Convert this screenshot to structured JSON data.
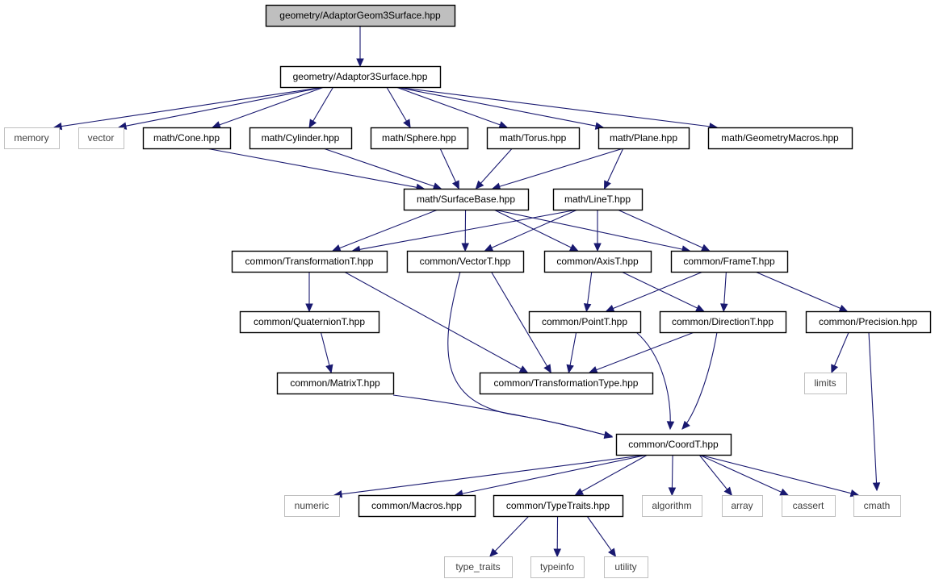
{
  "diagram": {
    "type": "include-dependency-graph",
    "colors": {
      "edge": "#191970",
      "root_fill": "#bfbfbf",
      "node_border": "#000000",
      "system_border": "#bfbfbf",
      "system_text": "#404040"
    },
    "nodes": [
      {
        "id": "adaptorgeom3surface",
        "label": "geometry/AdaptorGeom3Surface.hpp",
        "kind": "root"
      },
      {
        "id": "adaptor3surface",
        "label": "geometry/Adaptor3Surface.hpp",
        "kind": "file"
      },
      {
        "id": "memory",
        "label": "memory",
        "kind": "system"
      },
      {
        "id": "vector",
        "label": "vector",
        "kind": "system"
      },
      {
        "id": "cone",
        "label": "math/Cone.hpp",
        "kind": "file"
      },
      {
        "id": "cylinder",
        "label": "math/Cylinder.hpp",
        "kind": "file"
      },
      {
        "id": "sphere",
        "label": "math/Sphere.hpp",
        "kind": "file"
      },
      {
        "id": "torus",
        "label": "math/Torus.hpp",
        "kind": "file"
      },
      {
        "id": "plane",
        "label": "math/Plane.hpp",
        "kind": "file"
      },
      {
        "id": "geometrymacros",
        "label": "math/GeometryMacros.hpp",
        "kind": "file"
      },
      {
        "id": "surfacebase",
        "label": "math/SurfaceBase.hpp",
        "kind": "file"
      },
      {
        "id": "linet",
        "label": "math/LineT.hpp",
        "kind": "file"
      },
      {
        "id": "transformationt",
        "label": "common/TransformationT.hpp",
        "kind": "file"
      },
      {
        "id": "vectort",
        "label": "common/VectorT.hpp",
        "kind": "file"
      },
      {
        "id": "axist",
        "label": "common/AxisT.hpp",
        "kind": "file"
      },
      {
        "id": "framet",
        "label": "common/FrameT.hpp",
        "kind": "file"
      },
      {
        "id": "quaterniont",
        "label": "common/QuaternionT.hpp",
        "kind": "file"
      },
      {
        "id": "pointt",
        "label": "common/PointT.hpp",
        "kind": "file"
      },
      {
        "id": "directiont",
        "label": "common/DirectionT.hpp",
        "kind": "file"
      },
      {
        "id": "precision",
        "label": "common/Precision.hpp",
        "kind": "file"
      },
      {
        "id": "matrixt",
        "label": "common/MatrixT.hpp",
        "kind": "file"
      },
      {
        "id": "transformationtype",
        "label": "common/TransformationType.hpp",
        "kind": "file"
      },
      {
        "id": "limits",
        "label": "limits",
        "kind": "system"
      },
      {
        "id": "coordt",
        "label": "common/CoordT.hpp",
        "kind": "file"
      },
      {
        "id": "numeric",
        "label": "numeric",
        "kind": "system"
      },
      {
        "id": "macros",
        "label": "common/Macros.hpp",
        "kind": "file"
      },
      {
        "id": "typetraits",
        "label": "common/TypeTraits.hpp",
        "kind": "file"
      },
      {
        "id": "algorithm",
        "label": "algorithm",
        "kind": "system"
      },
      {
        "id": "array",
        "label": "array",
        "kind": "system"
      },
      {
        "id": "cassert",
        "label": "cassert",
        "kind": "system"
      },
      {
        "id": "cmath",
        "label": "cmath",
        "kind": "system"
      },
      {
        "id": "type_traits",
        "label": "type_traits",
        "kind": "system"
      },
      {
        "id": "typeinfo",
        "label": "typeinfo",
        "kind": "system"
      },
      {
        "id": "utility",
        "label": "utility",
        "kind": "system"
      }
    ],
    "edges": [
      {
        "from": "adaptorgeom3surface",
        "to": "adaptor3surface"
      },
      {
        "from": "adaptor3surface",
        "to": "memory"
      },
      {
        "from": "adaptor3surface",
        "to": "vector"
      },
      {
        "from": "adaptor3surface",
        "to": "cone"
      },
      {
        "from": "adaptor3surface",
        "to": "cylinder"
      },
      {
        "from": "adaptor3surface",
        "to": "sphere"
      },
      {
        "from": "adaptor3surface",
        "to": "torus"
      },
      {
        "from": "adaptor3surface",
        "to": "plane"
      },
      {
        "from": "adaptor3surface",
        "to": "geometrymacros"
      },
      {
        "from": "cone",
        "to": "surfacebase"
      },
      {
        "from": "cylinder",
        "to": "surfacebase"
      },
      {
        "from": "sphere",
        "to": "surfacebase"
      },
      {
        "from": "torus",
        "to": "surfacebase"
      },
      {
        "from": "plane",
        "to": "surfacebase"
      },
      {
        "from": "plane",
        "to": "linet"
      },
      {
        "from": "surfacebase",
        "to": "transformationt"
      },
      {
        "from": "surfacebase",
        "to": "vectort"
      },
      {
        "from": "surfacebase",
        "to": "axist"
      },
      {
        "from": "surfacebase",
        "to": "framet"
      },
      {
        "from": "linet",
        "to": "transformationt"
      },
      {
        "from": "linet",
        "to": "vectort"
      },
      {
        "from": "linet",
        "to": "axist"
      },
      {
        "from": "linet",
        "to": "framet"
      },
      {
        "from": "transformationt",
        "to": "quaterniont"
      },
      {
        "from": "transformationt",
        "to": "transformationtype"
      },
      {
        "from": "vectort",
        "to": "transformationtype"
      },
      {
        "from": "vectort",
        "to": "coordt"
      },
      {
        "from": "axist",
        "to": "pointt"
      },
      {
        "from": "axist",
        "to": "directiont"
      },
      {
        "from": "framet",
        "to": "pointt"
      },
      {
        "from": "framet",
        "to": "directiont"
      },
      {
        "from": "framet",
        "to": "precision"
      },
      {
        "from": "quaterniont",
        "to": "matrixt"
      },
      {
        "from": "matrixt",
        "to": "coordt"
      },
      {
        "from": "pointt",
        "to": "transformationtype"
      },
      {
        "from": "pointt",
        "to": "coordt"
      },
      {
        "from": "directiont",
        "to": "transformationtype"
      },
      {
        "from": "directiont",
        "to": "coordt"
      },
      {
        "from": "precision",
        "to": "limits"
      },
      {
        "from": "precision",
        "to": "cmath"
      },
      {
        "from": "coordt",
        "to": "numeric"
      },
      {
        "from": "coordt",
        "to": "macros"
      },
      {
        "from": "coordt",
        "to": "typetraits"
      },
      {
        "from": "coordt",
        "to": "algorithm"
      },
      {
        "from": "coordt",
        "to": "array"
      },
      {
        "from": "coordt",
        "to": "cassert"
      },
      {
        "from": "coordt",
        "to": "cmath"
      },
      {
        "from": "typetraits",
        "to": "type_traits"
      },
      {
        "from": "typetraits",
        "to": "typeinfo"
      },
      {
        "from": "typetraits",
        "to": "utility"
      }
    ]
  }
}
